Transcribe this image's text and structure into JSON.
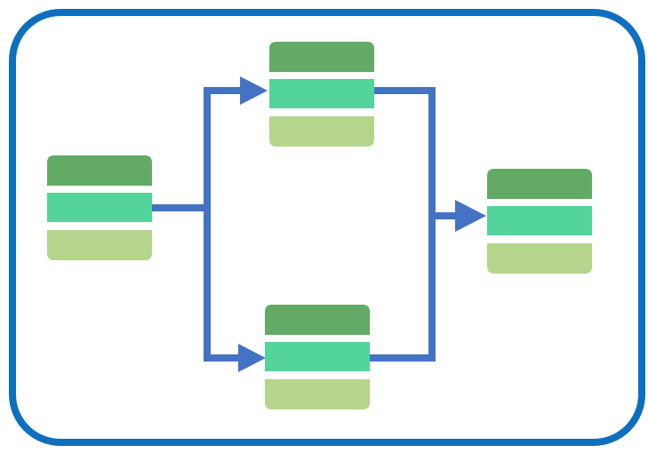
{
  "colors": {
    "frame": "#0f6fbf",
    "connector": "#4472c4",
    "stripe_top": "#62aa66",
    "stripe_middle": "#53d49a",
    "stripe_bottom": "#b5d58c"
  },
  "nodes": [
    {
      "id": "source"
    },
    {
      "id": "upper"
    },
    {
      "id": "lower"
    },
    {
      "id": "target"
    }
  ],
  "edges": [
    {
      "from": "source",
      "to": "upper"
    },
    {
      "from": "source",
      "to": "lower"
    },
    {
      "from": "upper",
      "to": "target"
    },
    {
      "from": "lower",
      "to": "target"
    }
  ]
}
